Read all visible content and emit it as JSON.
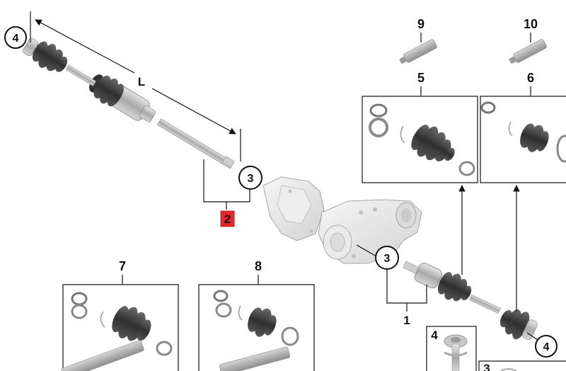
{
  "diagram": {
    "dimension_label": "L",
    "part_2": "2",
    "part_1": "1",
    "callout_4_top": "4",
    "callout_3_left": "3",
    "callout_3_center": "3",
    "callout_4_bottom": "4",
    "kit_5": "5",
    "kit_6": "6",
    "kit_7": "7",
    "kit_8": "8",
    "grease_9": "9",
    "grease_10": "10",
    "bolt_box_4": "4",
    "partial_box_3": "3"
  },
  "colors": {
    "highlight": "#e5262d",
    "line": "#111111",
    "boot": "#3a3a3a",
    "metal": "#b5b5b5",
    "housing": "#e8e8e8"
  }
}
